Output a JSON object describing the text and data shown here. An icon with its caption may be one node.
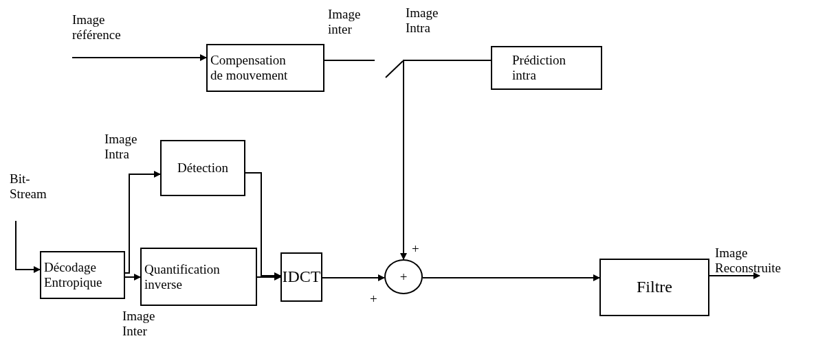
{
  "diagram": {
    "nodes": [
      {
        "text": [
          "Compensation de mouvement"
        ]
      },
      {
        "text": [
          "Prédiction intra"
        ]
      },
      {
        "text": [
          "Détection"
        ]
      },
      {
        "text": [
          "Décodage Entropique"
        ]
      },
      {
        "text": [
          "Quantification inverse"
        ]
      },
      {
        "text": [
          "IDCT"
        ]
      },
      {
        "text": [
          "+"
        ]
      },
      {
        "text": [
          "Filtre"
        ]
      },
      {
        "text": [
          "Image Reconstruite"
        ]
      }
    ],
    "edges": [
      {
        "from": null,
        "to": 0,
        "arrow": "to"
      },
      {
        "from": 0,
        "to": null,
        "arrow": "none"
      },
      {
        "from": 1,
        "to": 6,
        "arrow": "to"
      },
      {
        "from": null,
        "to": 3,
        "arrow": "to"
      },
      {
        "from": 3,
        "to": 2,
        "arrow": "to"
      },
      {
        "from": 3,
        "to": 4,
        "arrow": "to"
      },
      {
        "from": 2,
        "to": 5,
        "arrow": "to"
      },
      {
        "from": 4,
        "to": 5,
        "arrow": "to"
      },
      {
        "from": 5,
        "to": 6,
        "arrow": "to"
      },
      {
        "from": 6,
        "to": 7,
        "arrow": "to"
      },
      {
        "from": 7,
        "to": 8,
        "arrow": "to"
      }
    ],
    "labels": [
      "Image référence",
      "Image inter",
      "Image Intra",
      "Image Intra",
      "Bit-Stream",
      "+",
      "Image Inter",
      "+"
    ]
  }
}
